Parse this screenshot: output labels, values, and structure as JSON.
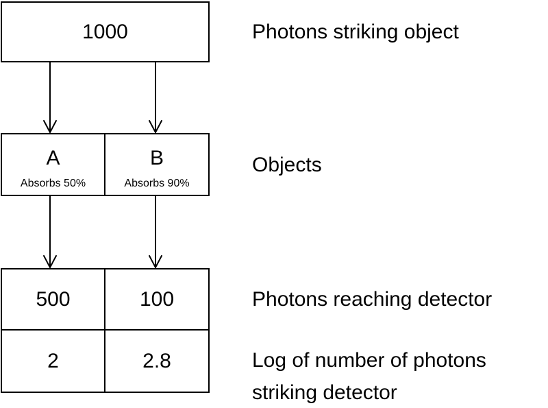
{
  "top_box": {
    "value": "1000"
  },
  "objects": [
    {
      "letter": "A",
      "note": "Absorbs 50%"
    },
    {
      "letter": "B",
      "note": "Absorbs 90%"
    }
  ],
  "reaching_row": [
    "500",
    "100"
  ],
  "log_row": [
    "2",
    "2.8"
  ],
  "labels": {
    "striking_object": "Photons striking object",
    "objects": "Objects",
    "reaching_detector": "Photons reaching detector",
    "log_line1": "Log of number of photons",
    "log_line2": "striking detector"
  }
}
